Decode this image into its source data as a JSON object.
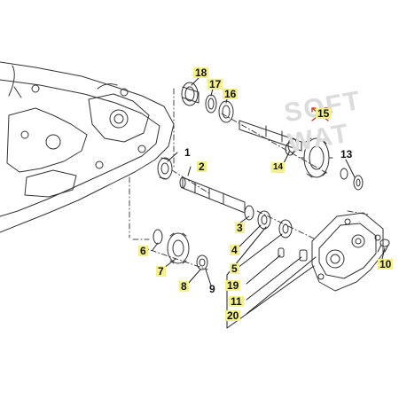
{
  "watermark": {
    "line1": "SOFT",
    "line2": "WAT"
  },
  "colors": {
    "line": "#333333",
    "highlight": "#f4f08a",
    "mark": "#d63a2a"
  },
  "callouts": {
    "c1": "1",
    "c2": "2",
    "c3": "3",
    "c4": "4",
    "c5": "5",
    "c6": "6",
    "c7": "7",
    "c8": "8",
    "c9": "9",
    "c10": "10",
    "c11": "11",
    "c13": "13",
    "c14": "14",
    "c15": "15",
    "c16": "16",
    "c17": "17",
    "c18": "18",
    "c19": "19",
    "c20": "20"
  }
}
